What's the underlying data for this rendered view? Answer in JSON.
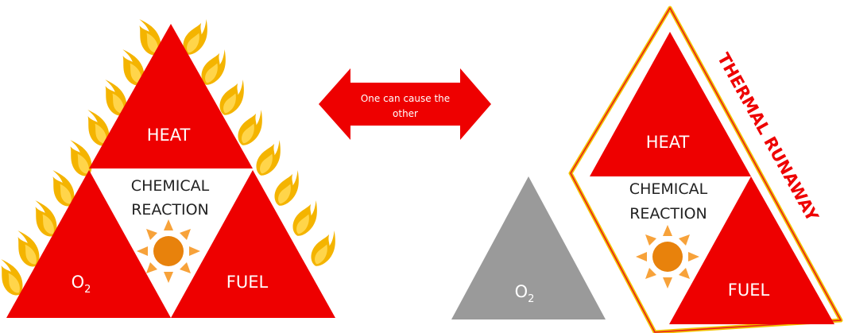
{
  "colors": {
    "triangle_red": "#ee0000",
    "triangle_grey": "#9a9a9a",
    "flame_outer": "#f4b400",
    "flame_inner": "#ffd54a",
    "sun_rays": "#f7a23a",
    "sun_core": "#e8820c",
    "arrow_red": "#ee0000",
    "runaway_text": "#ee0000",
    "runaway_border_outer": "#e81c1c",
    "runaway_border_inner": "#f3c200"
  },
  "left_triangle": {
    "top": "HEAT",
    "center_line1": "CHEMICAL",
    "center_line2": "REACTION",
    "bottom_left": "O",
    "bottom_left_sub": "2",
    "bottom_right": "FUEL",
    "center_icon": "sun-icon",
    "edge_icons": "flame-icon"
  },
  "arrow": {
    "line1": "One can cause the",
    "line2": "other",
    "icon": "double-arrow"
  },
  "grey_triangle": {
    "label": "O",
    "label_sub": "2"
  },
  "right_triangle": {
    "title": "THERMAL RUNAWAY",
    "top": "HEAT",
    "center_line1": "CHEMICAL",
    "center_line2": "REACTION",
    "bottom_right": "FUEL",
    "center_icon": "sun-icon"
  }
}
